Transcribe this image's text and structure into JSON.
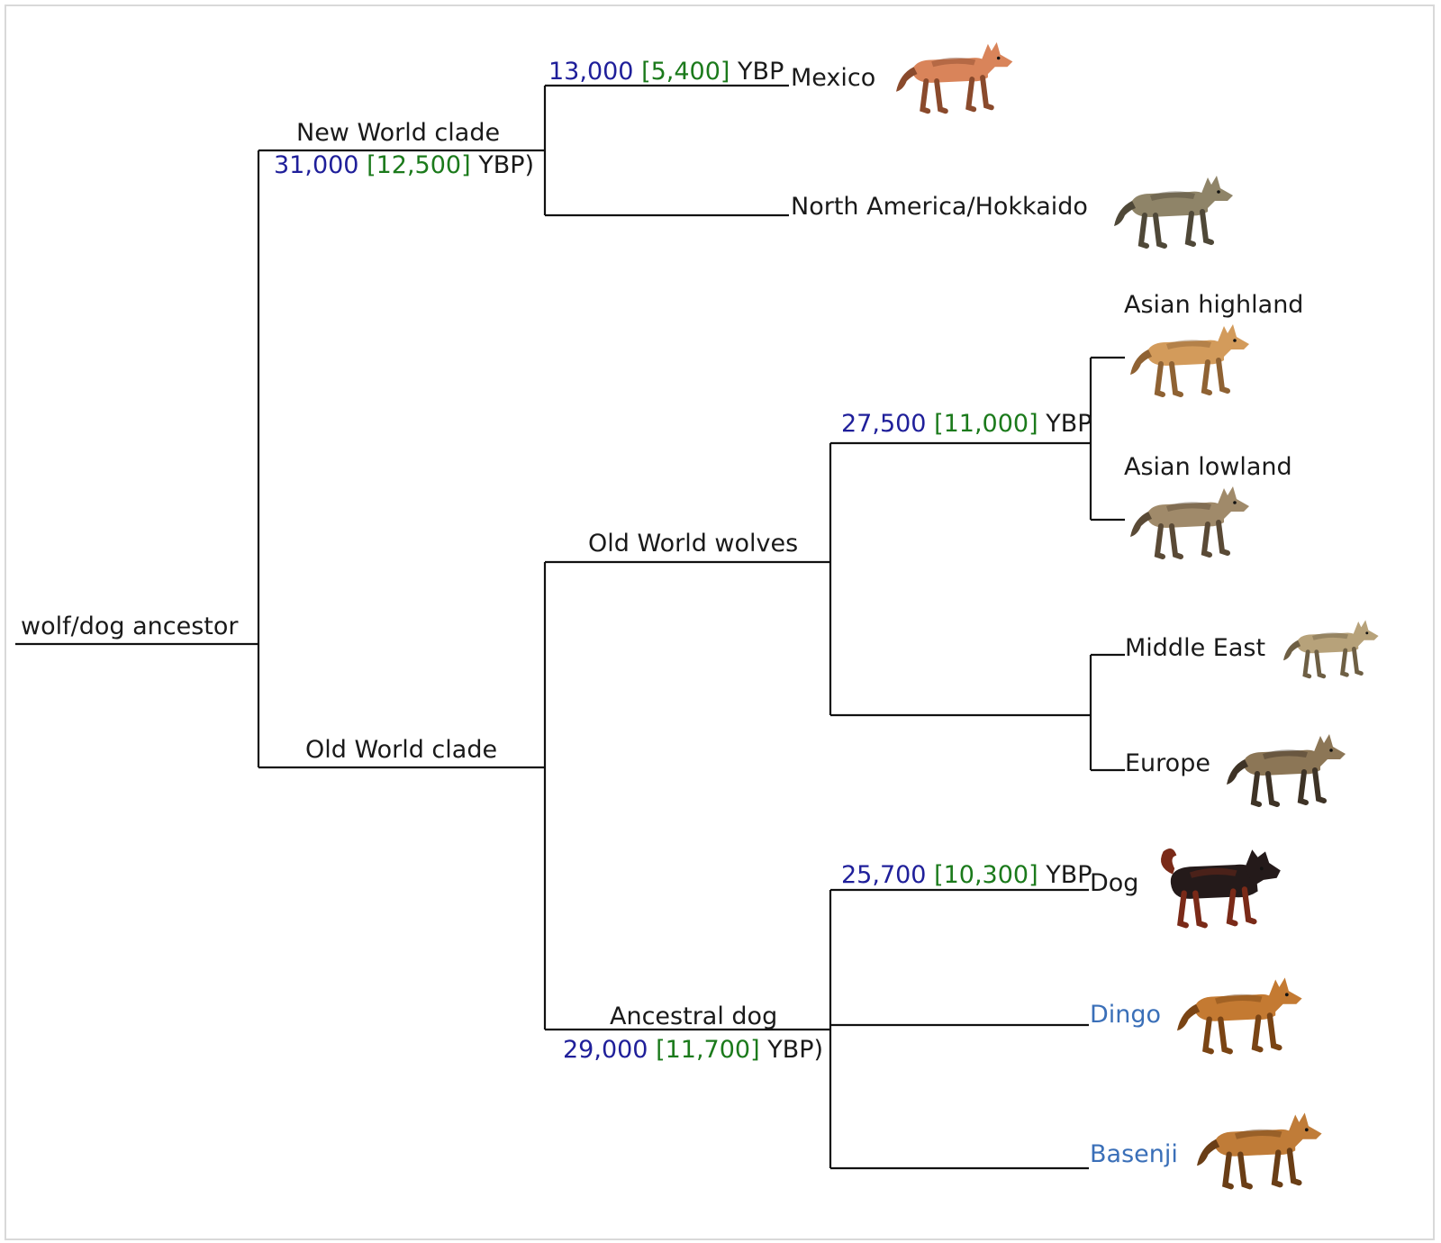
{
  "nodes": {
    "root": "wolf/dog ancestor",
    "new_world_clade": "New World clade",
    "new_world_date": {
      "value": "31,000",
      "bracket": "[12,500]",
      "unit": "YBP)"
    },
    "old_world_clade": "Old World clade",
    "old_world_wolves": "Old World wolves",
    "ancestral_dog": "Ancestral dog",
    "ancestral_dog_date": {
      "value": "29,000",
      "bracket": "[11,700]",
      "unit": "YBP)"
    },
    "mexico_date": {
      "value": "13,000",
      "bracket": "[5,400]",
      "unit": "YBP"
    },
    "asian_date": {
      "value": "27,500",
      "bracket": "[11,000]",
      "unit": "YBP"
    },
    "dog_date": {
      "value": "25,700",
      "bracket": "[10,300]",
      "unit": "YBP"
    }
  },
  "leaves": {
    "mexico": "Mexico",
    "north_america": "North America/Hokkaido",
    "asian_highland": "Asian highland",
    "asian_lowland": "Asian lowland",
    "middle_east": "Middle East",
    "europe": "Europe",
    "dog": "Dog",
    "dingo": "Dingo",
    "basenji": "Basenji"
  },
  "colors": {
    "date_value": "#1f1f9a",
    "date_bracket": "#1b7a1b",
    "link_text": "#3a6fb8",
    "branch": "#111111"
  },
  "illustrations": [
    {
      "id": "mexico",
      "name": "wolf-icon",
      "fur": "#d9845a",
      "dark": "#8a4a2c"
    },
    {
      "id": "north_america",
      "name": "wolf-icon",
      "fur": "#8f8468",
      "dark": "#4f4838"
    },
    {
      "id": "asian_highland",
      "name": "wolf-icon",
      "fur": "#d39b5b",
      "dark": "#8f6233"
    },
    {
      "id": "asian_lowland",
      "name": "wolf-icon",
      "fur": "#a08a6a",
      "dark": "#5a4a36"
    },
    {
      "id": "middle_east",
      "name": "wolf-icon",
      "fur": "#b7a27a",
      "dark": "#6e5f44"
    },
    {
      "id": "europe",
      "name": "wolf-icon",
      "fur": "#8c7656",
      "dark": "#3e3326"
    },
    {
      "id": "dog",
      "name": "dog-icon",
      "fur": "#241a1a",
      "dark": "#7a2a18"
    },
    {
      "id": "dingo",
      "name": "dingo-icon",
      "fur": "#c47a32",
      "dark": "#7a4414"
    },
    {
      "id": "basenji",
      "name": "basenji-icon",
      "fur": "#c07c38",
      "dark": "#6a3e16"
    }
  ]
}
